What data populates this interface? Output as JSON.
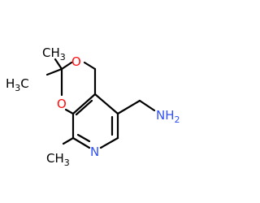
{
  "molecule": {
    "colors": {
      "bond": "#000000",
      "carbon_label": "#000000",
      "oxygen": "#ff0d0d",
      "nitrogen": "#3050f8"
    },
    "labels": {
      "ch3_top_main": "CH",
      "ch3_top_sub": "3",
      "h3c_main": "H",
      "h3c_sub": "3",
      "h3c_tail": "C",
      "ch3_bottom_main": "CH",
      "ch3_bottom_sub": "3",
      "o_top": "O",
      "o_bottom": "O",
      "n_ring": "N",
      "nh2_main": "NH",
      "nh2_sub": "2"
    }
  }
}
